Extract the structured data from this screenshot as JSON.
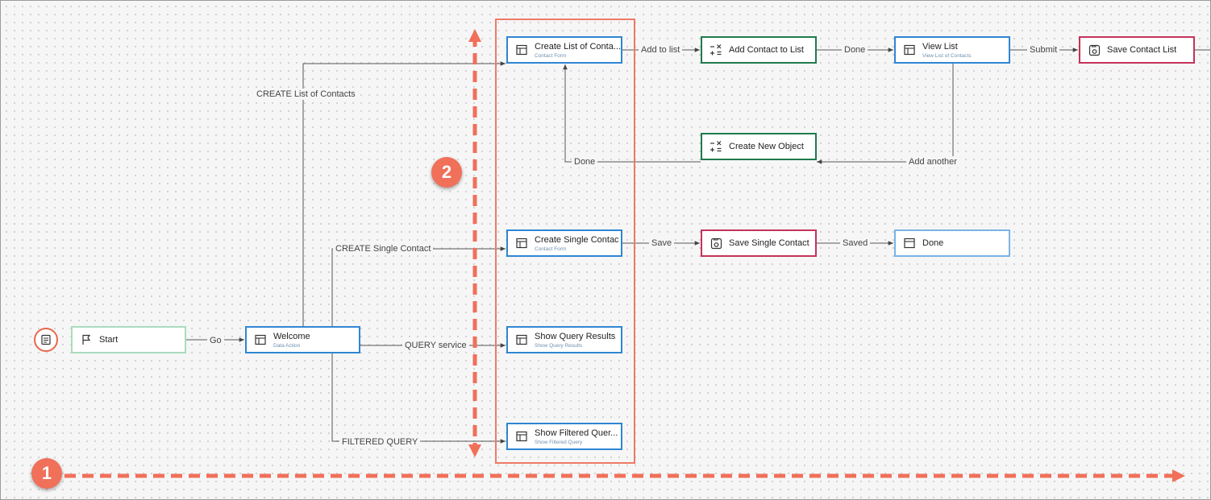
{
  "nodes": {
    "start": {
      "title": "Start",
      "icon": "flag-icon"
    },
    "welcome": {
      "title": "Welcome",
      "sub": "Data Action",
      "icon": "form-icon"
    },
    "create_list": {
      "title": "Create List of Conta...",
      "sub": "Contact Form",
      "icon": "form-icon"
    },
    "add_contact": {
      "title": "Add Contact to List",
      "icon": "calculator-icon"
    },
    "view_list": {
      "title": "View List",
      "sub": "View List of Contacts",
      "icon": "form-icon"
    },
    "save_list": {
      "title": "Save Contact List",
      "icon": "save-icon"
    },
    "create_object": {
      "title": "Create New Object",
      "icon": "calculator-icon"
    },
    "create_single": {
      "title": "Create Single Contac",
      "sub": "Contact Form",
      "icon": "form-icon"
    },
    "save_single": {
      "title": "Save Single Contact",
      "icon": "save-icon"
    },
    "done": {
      "title": "Done",
      "icon": "window-icon"
    },
    "query_results": {
      "title": "Show Query Results",
      "sub": "Show Query Results",
      "icon": "form-icon"
    },
    "filtered_query": {
      "title": "Show Filtered Quer...",
      "sub": "Show Filtered Query",
      "icon": "form-icon"
    }
  },
  "edges": {
    "go": "Go",
    "create_list": "CREATE List of Contacts",
    "create_single": "CREATE Single Contact",
    "query_service": "QUERY service",
    "filtered_query": "FILTERED QUERY",
    "add_to_list": "Add to list",
    "done_1": "Done",
    "submit": "Submit",
    "add_another": "Add another",
    "done_back": "Done",
    "save": "Save",
    "saved": "Saved"
  },
  "callouts": {
    "horizontal": "1",
    "vertical": "2"
  },
  "colors": {
    "accent": "#f0705a",
    "blue_node": "#2f86d4",
    "green_node": "#1f7a4d",
    "red_node": "#c4325a",
    "start_node": "#a9dcc0"
  }
}
